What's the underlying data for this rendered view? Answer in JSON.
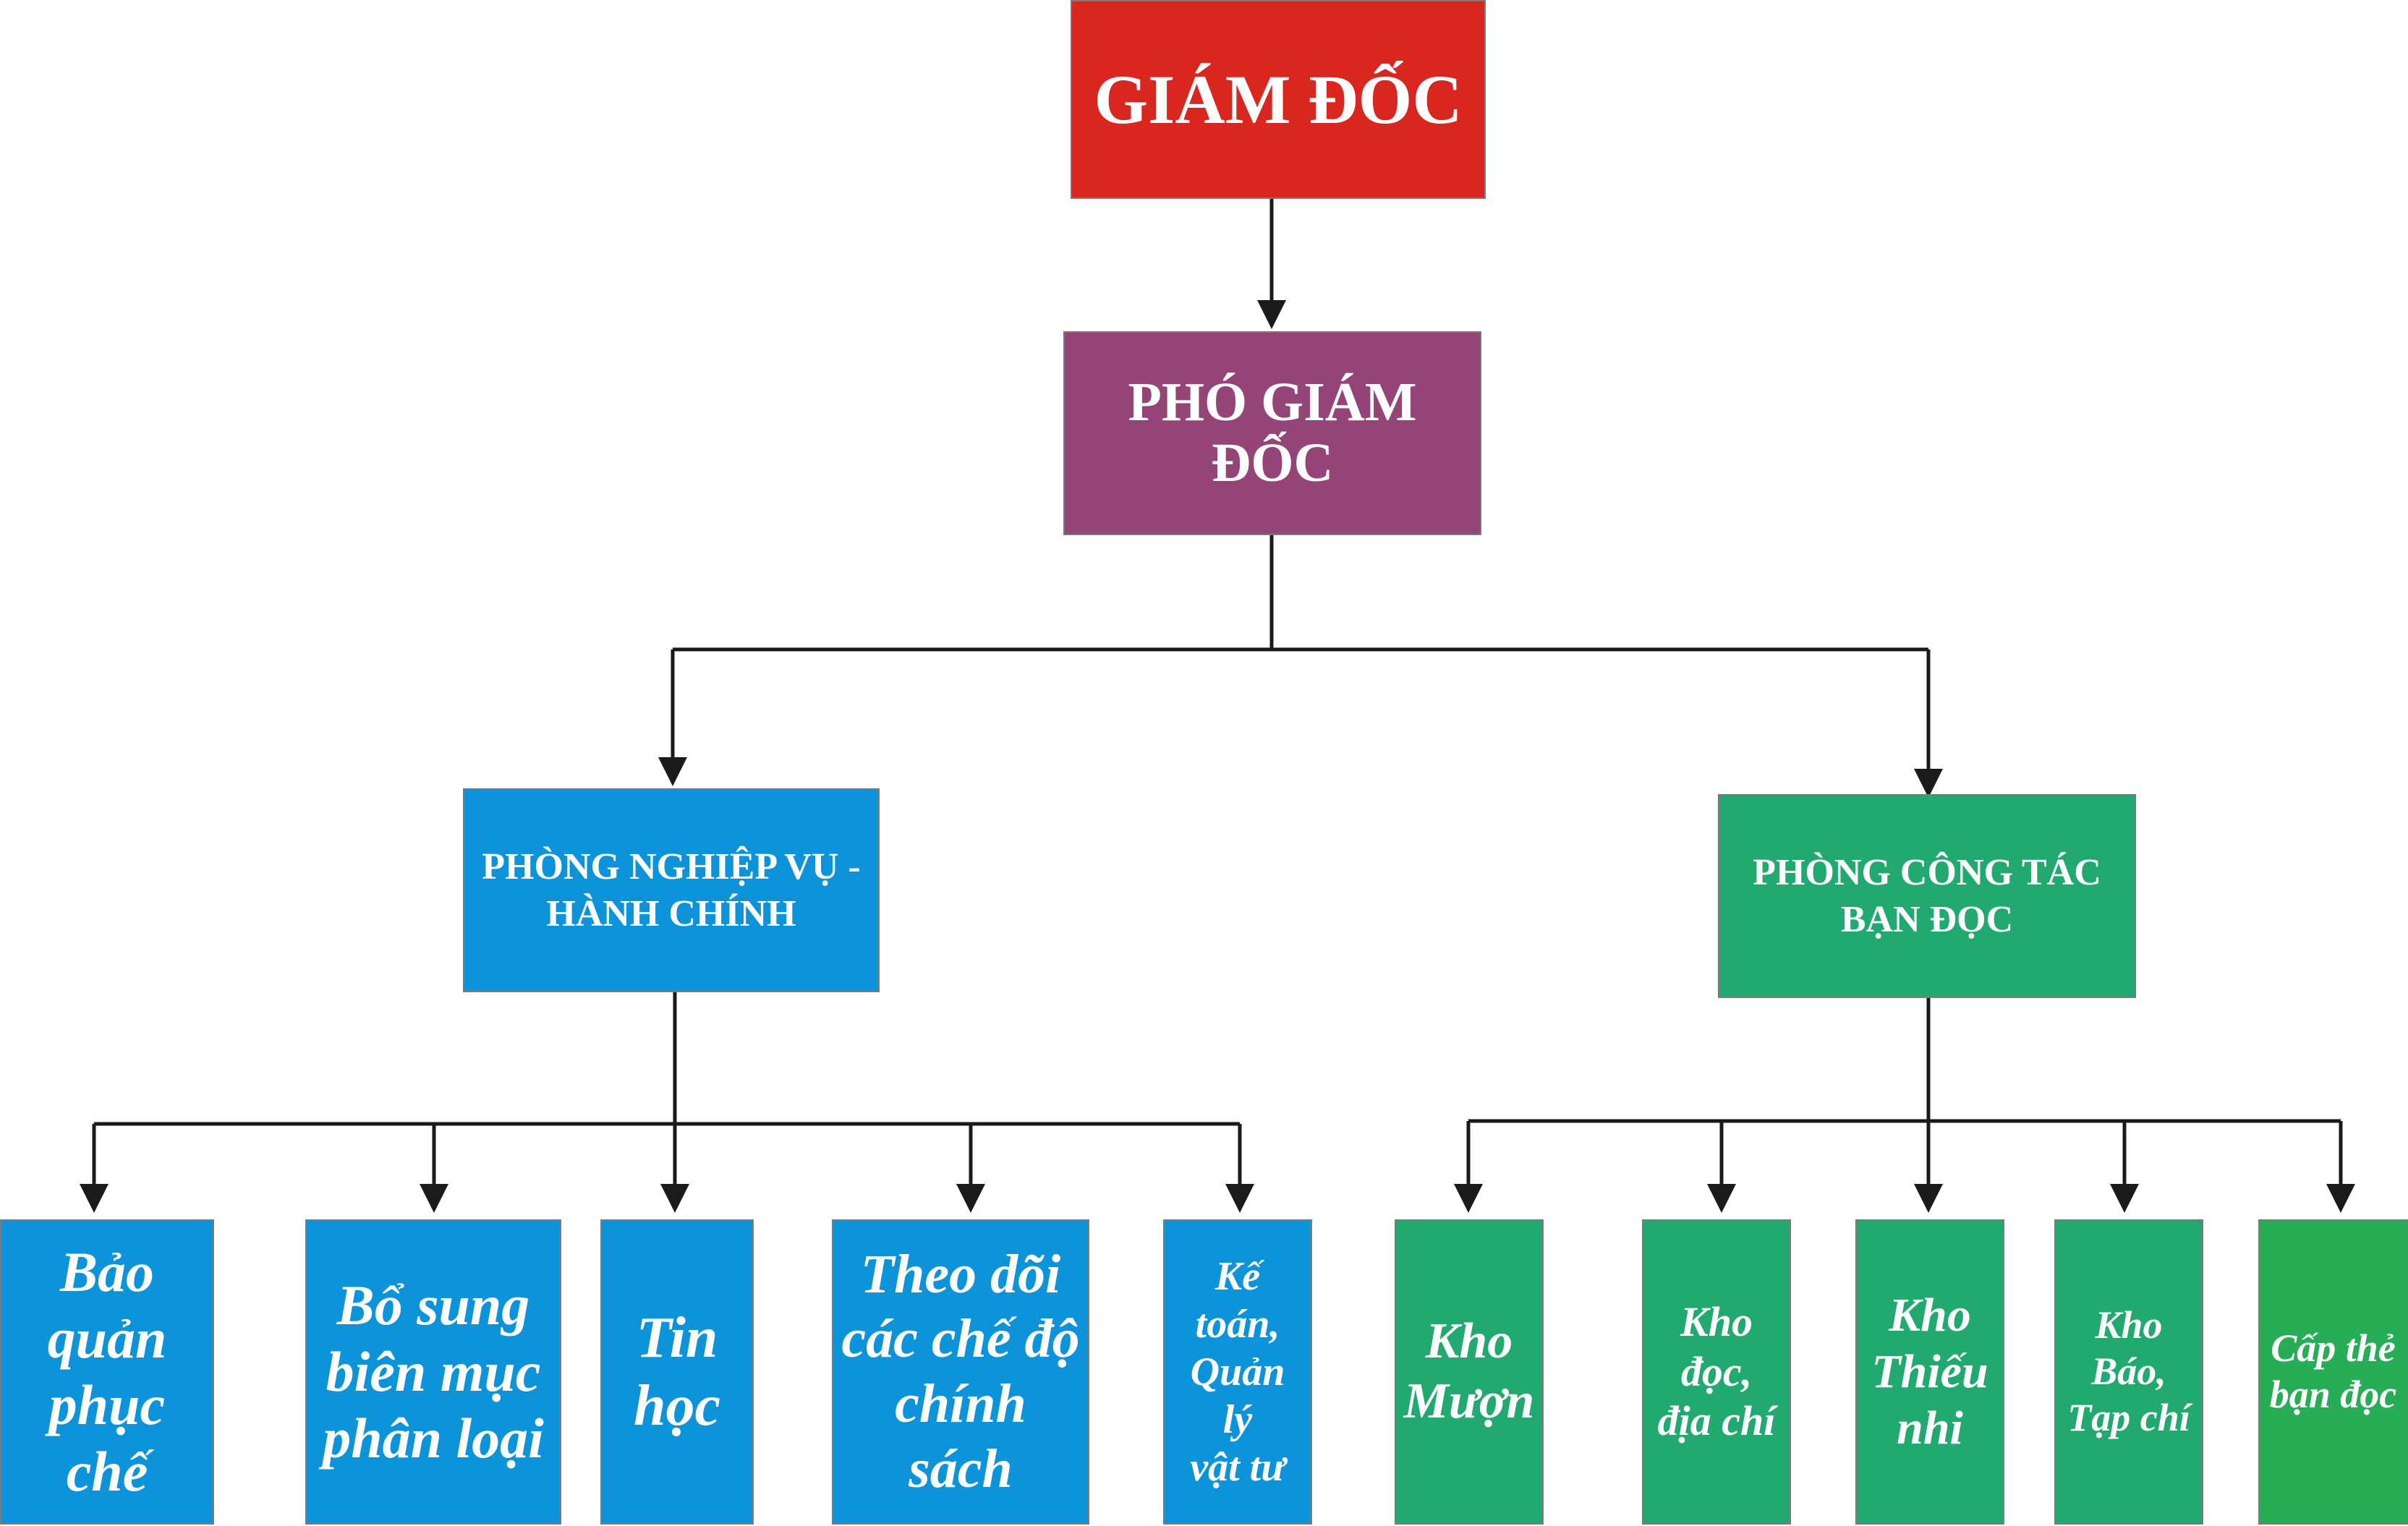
{
  "colors": {
    "director": "#d9261f",
    "deputy": "#944477",
    "dept_admin": "#0d93d9",
    "dept_reader": "#22a96f",
    "last_unit": "#26ad55",
    "line": "#1a1a1a"
  },
  "director": {
    "label": "GIÁM ĐỐC"
  },
  "deputy": {
    "label": "PHÓ GIÁM ĐỐC"
  },
  "dept_admin": {
    "line1": "PHÒNG NGHIỆP VỤ -",
    "line2": "HÀNH CHÍNH"
  },
  "dept_reader": {
    "line1": "PHÒNG CÔNG TÁC",
    "line2": "BẠN ĐỌC"
  },
  "admin_units": [
    {
      "lines": [
        "Bảo",
        "quản",
        "phục",
        "chế"
      ]
    },
    {
      "lines": [
        "Bổ sung",
        "biên mục",
        "phân loại"
      ]
    },
    {
      "lines": [
        "Tin",
        "học"
      ]
    },
    {
      "lines": [
        "Theo dõi",
        "các chế độ",
        "chính sách"
      ]
    },
    {
      "lines": [
        "Kế toán,",
        "Quản lý",
        "vật tư"
      ]
    }
  ],
  "reader_units": [
    {
      "lines": [
        "Kho",
        "Mượn"
      ]
    },
    {
      "lines": [
        "Kho đọc,",
        "địa chí"
      ]
    },
    {
      "lines": [
        "Kho",
        "Thiếu",
        "nhi"
      ]
    },
    {
      "lines": [
        "Kho Báo,",
        "Tạp chí"
      ]
    },
    {
      "lines": [
        "Cấp thẻ",
        "bạn đọc"
      ]
    }
  ]
}
